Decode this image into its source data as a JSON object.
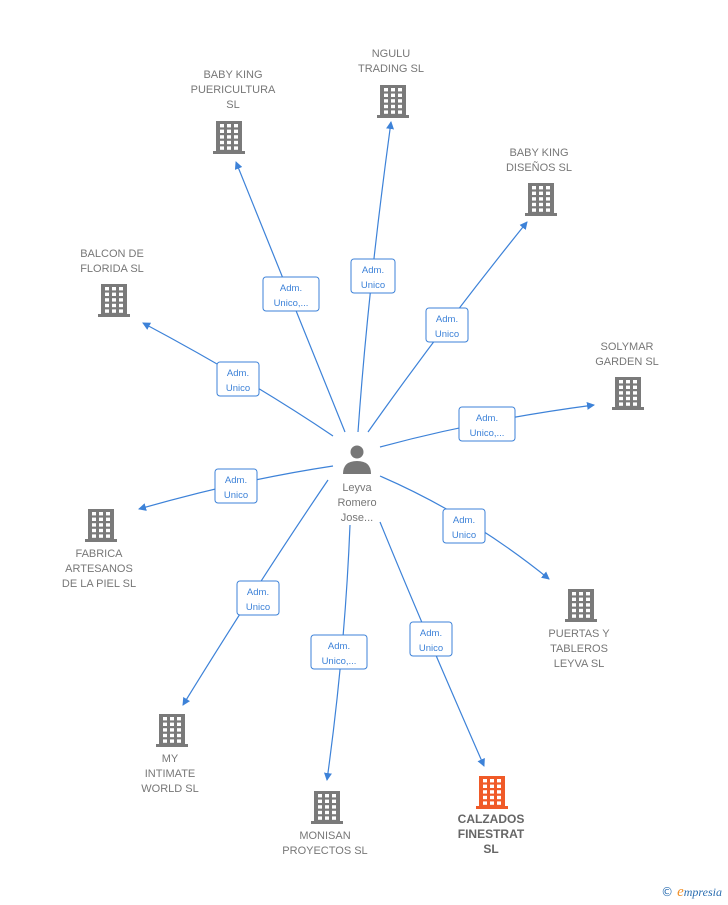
{
  "colors": {
    "edge": "#3d82d8",
    "building": "#7a7a7a",
    "building_highlight": "#f05a28",
    "person": "#777777"
  },
  "center": {
    "icon": "person-icon",
    "name_lines": [
      "Leyva",
      "Romero",
      "Jose..."
    ]
  },
  "nodes": [
    {
      "id": "baby-king-puericultura",
      "lines": [
        "BABY KING",
        "PUERICULTURA",
        "SL"
      ],
      "icon": "building-icon",
      "edge_label": [
        "Adm.",
        "Unico,..."
      ]
    },
    {
      "id": "ngulu-trading",
      "lines": [
        "NGULU",
        "TRADING  SL"
      ],
      "icon": "building-icon",
      "edge_label": [
        "Adm.",
        "Unico"
      ]
    },
    {
      "id": "baby-king-disenos",
      "lines": [
        "BABY KING",
        "DISEÑOS SL"
      ],
      "icon": "building-icon",
      "edge_label": [
        "Adm.",
        "Unico"
      ]
    },
    {
      "id": "balcon-de-florida",
      "lines": [
        "BALCON DE",
        "FLORIDA SL"
      ],
      "icon": "building-icon",
      "edge_label": [
        "Adm.",
        "Unico"
      ]
    },
    {
      "id": "solymar-garden",
      "lines": [
        "SOLYMAR",
        "GARDEN SL"
      ],
      "icon": "building-icon",
      "edge_label": [
        "Adm.",
        "Unico,..."
      ]
    },
    {
      "id": "fabrica-artesanos",
      "lines": [
        "FABRICA",
        "ARTESANOS",
        "DE LA PIEL SL"
      ],
      "icon": "building-icon",
      "edge_label": [
        "Adm.",
        "Unico"
      ]
    },
    {
      "id": "puertas-y-tableros",
      "lines": [
        "PUERTAS Y",
        "TABLEROS",
        "LEYVA SL"
      ],
      "icon": "building-icon",
      "edge_label": [
        "Adm.",
        "Unico"
      ]
    },
    {
      "id": "my-intimate-world",
      "lines": [
        "MY",
        "INTIMATE",
        "WORLD  SL"
      ],
      "icon": "building-icon",
      "edge_label": [
        "Adm.",
        "Unico"
      ]
    },
    {
      "id": "monisan-proyectos",
      "lines": [
        "MONISAN",
        "PROYECTOS SL"
      ],
      "icon": "building-icon",
      "edge_label": [
        "Adm.",
        "Unico,..."
      ]
    },
    {
      "id": "calzados-finestrat",
      "lines": [
        "CALZADOS",
        "FINESTRAT",
        "SL"
      ],
      "icon": "building-icon",
      "highlight": true,
      "edge_label": [
        "Adm.",
        "Unico"
      ]
    }
  ],
  "brand": {
    "symbol": "©",
    "initial": "e",
    "rest": "mpresia"
  }
}
